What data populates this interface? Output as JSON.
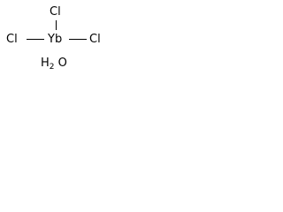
{
  "structure": {
    "top_atom": "Cl",
    "left_atom": "Cl",
    "center_atom": "Yb",
    "right_atom": "Cl",
    "water": {
      "h": "H",
      "h_count": "2",
      "o": "O"
    }
  },
  "colors": {
    "ink": "#000000",
    "background": "#ffffff"
  }
}
